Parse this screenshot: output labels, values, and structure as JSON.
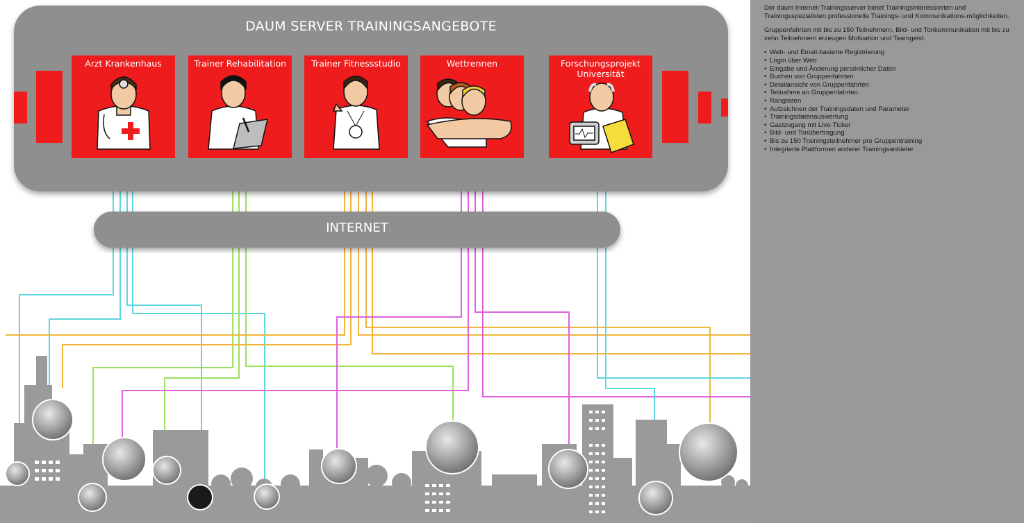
{
  "server": {
    "title": "DAUM SERVER TRAININGSANGEBOTE"
  },
  "internet": {
    "label": "INTERNET"
  },
  "cards": [
    {
      "label": "Arzt Krankenhaus",
      "icon": "doctor-icon",
      "line_color": "#5fd7e0"
    },
    {
      "label": "Trainer Rehabilitation",
      "icon": "rehab-trainer-icon",
      "line_color": "#9be060"
    },
    {
      "label": "Trainer Fitnessstudio",
      "icon": "fitness-trainer-icon",
      "line_color": "#f2b53a"
    },
    {
      "label": "Wettrennen",
      "icon": "race-icon",
      "line_color": "#e060e0"
    },
    {
      "label": "Forschungsprojekt\nUniversität",
      "icon": "professor-icon",
      "line_color": "#5fd7e0"
    }
  ],
  "panel": {
    "intro": "Der daum Internet-Trainingsserver bietet Trainingsinteressierten und Trainingsspezialisten professionelle Trainings- und Kommunikations-möglichkeiten.",
    "group": "Gruppenfahrten mit bis zu 150 Teilnehmern, Bild- und Tonkommunikation mit bis zu zehn Teilnehmern erzeugen Motivation und Teamgeist.",
    "features": [
      "Web- und Email-basierte Registrierung",
      "Login über Web",
      "Eingabe und Änderung persönlicher Daten",
      "Buchen von Gruppenfahrten",
      "Detailansicht von Gruppenfahrten",
      "Teilnahme an Gruppenfahrten",
      "Ranglisten",
      "Aufzeichnen der Trainingsdaten und Parameter",
      "Trainingsdatenauswertung",
      "Gastzugang mit Live-Ticker",
      "Bild- und Tonübertragung",
      "Bis zu 150 Trainingsteilnehmer pro Gruppentraining",
      "Integrierte Plattformen anderer Trainingsanbieter"
    ]
  },
  "colors": {
    "red": "#ee1c1c",
    "server_gray": "#8f8f8f",
    "city_gray": "#9a9a9a",
    "panel_gray": "#999999",
    "cyan": "#5fd7e0",
    "green": "#9be060",
    "orange": "#f2b53a",
    "magenta": "#e060e0"
  }
}
